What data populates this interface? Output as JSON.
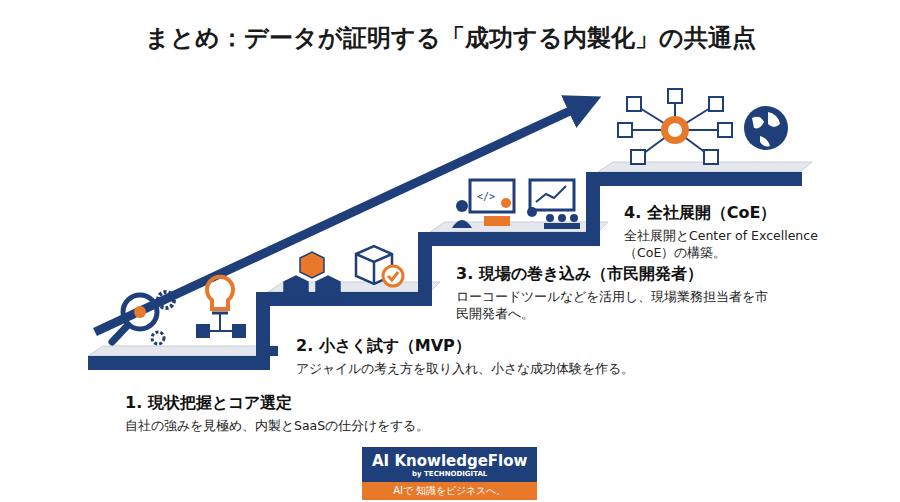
{
  "diagram": {
    "title": "まとめ：データが証明する「成功する内製化」の共通点",
    "nodes": [
      {
        "text": [
          "1. 現状把握とコア選定",
          "自社の強みを見極め、内製とSaaSの仕分けをする。"
        ]
      },
      {
        "text": [
          "2. 小さく試す（MVP）",
          "アジャイルの考え方を取り入れ、小さな成功体験を作る。"
        ]
      },
      {
        "text": [
          "3. 現場の巻き込み（市民開発者）",
          "ローコードツールなどを活用し、現場業務担当者を市民開発者へ。"
        ]
      },
      {
        "text": [
          "4. 全社展開（CoE）",
          "全社展開とCenter of Excellence（CoE）の構築。"
        ]
      },
      {
        "text": [
          "AI KnowledgeFlow",
          "by TECHNODIGITAL",
          "AIで 知識をビジネスへ。"
        ]
      }
    ]
  }
}
